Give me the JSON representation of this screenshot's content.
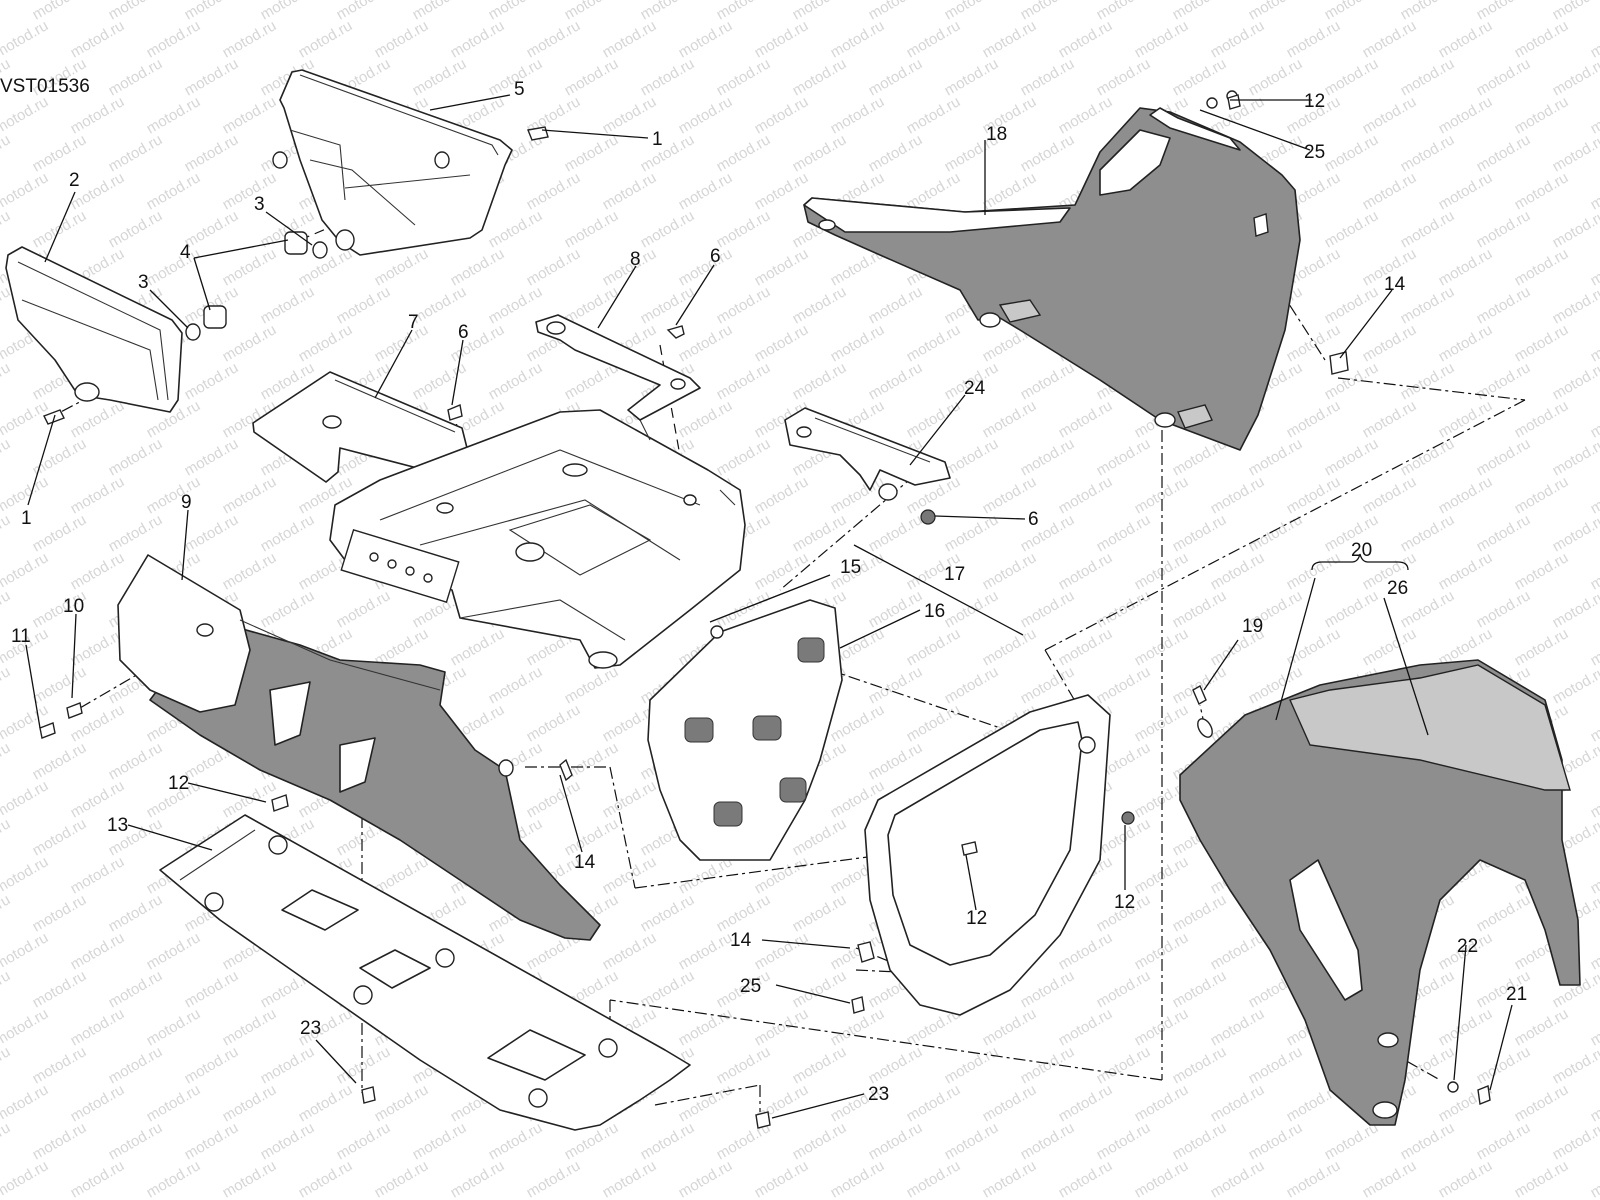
{
  "diagram_code": "VST01536",
  "watermark": "motod.ru",
  "callouts": [
    {
      "id": "c1a",
      "text": "1"
    },
    {
      "id": "c1b",
      "text": "1"
    },
    {
      "id": "c2",
      "text": "2"
    },
    {
      "id": "c3a",
      "text": "3"
    },
    {
      "id": "c3b",
      "text": "3"
    },
    {
      "id": "c4",
      "text": "4"
    },
    {
      "id": "c5",
      "text": "5"
    },
    {
      "id": "c6a",
      "text": "6"
    },
    {
      "id": "c6b",
      "text": "6"
    },
    {
      "id": "c6c",
      "text": "6"
    },
    {
      "id": "c7",
      "text": "7"
    },
    {
      "id": "c8",
      "text": "8"
    },
    {
      "id": "c9",
      "text": "9"
    },
    {
      "id": "c10",
      "text": "10"
    },
    {
      "id": "c11",
      "text": "11"
    },
    {
      "id": "c12a",
      "text": "12"
    },
    {
      "id": "c12b",
      "text": "12"
    },
    {
      "id": "c12c",
      "text": "12"
    },
    {
      "id": "c12d",
      "text": "12"
    },
    {
      "id": "c13",
      "text": "13"
    },
    {
      "id": "c14a",
      "text": "14"
    },
    {
      "id": "c14b",
      "text": "14"
    },
    {
      "id": "c14c",
      "text": "14"
    },
    {
      "id": "c15",
      "text": "15"
    },
    {
      "id": "c16",
      "text": "16"
    },
    {
      "id": "c17",
      "text": "17"
    },
    {
      "id": "c18",
      "text": "18"
    },
    {
      "id": "c19",
      "text": "19"
    },
    {
      "id": "c20",
      "text": "20"
    },
    {
      "id": "c21",
      "text": "21"
    },
    {
      "id": "c22",
      "text": "22"
    },
    {
      "id": "c23a",
      "text": "23"
    },
    {
      "id": "c23b",
      "text": "23"
    },
    {
      "id": "c24",
      "text": "24"
    },
    {
      "id": "c25a",
      "text": "25"
    },
    {
      "id": "c25b",
      "text": "25"
    },
    {
      "id": "c26",
      "text": "26"
    }
  ]
}
